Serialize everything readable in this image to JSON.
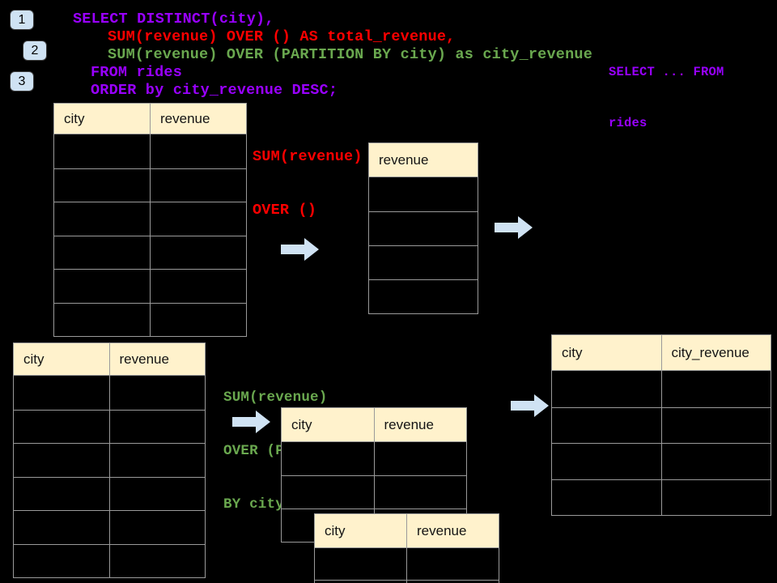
{
  "badges": [
    {
      "label": "1"
    },
    {
      "label": "2"
    },
    {
      "label": "3"
    }
  ],
  "sql": {
    "line1": "SELECT DISTINCT(city),",
    "line2": "SUM(revenue) OVER () AS total_revenue,",
    "line3": "SUM(revenue) OVER (PARTITION BY city) as city_revenue",
    "line4": "FROM rides",
    "line5": "ORDER by city_revenue DESC;"
  },
  "annotations": {
    "from_rides": {
      "line1": "SELECT ... FROM",
      "line2": "rides"
    },
    "total_revenue": {
      "line1": "SUM(revenue)",
      "line2": "OVER ()"
    },
    "partition": {
      "line1": "SUM(revenue)",
      "line2": "OVER (PARTITION",
      "line3": "BY city)"
    }
  },
  "tables": {
    "rides_top": {
      "headers": [
        "city",
        "revenue"
      ],
      "body_rows": 6
    },
    "revenue_only": {
      "headers": [
        "revenue"
      ],
      "body_rows": 4
    },
    "rides_bottom": {
      "headers": [
        "city",
        "revenue"
      ],
      "body_rows": 6
    },
    "partition_back": {
      "headers": [
        "city",
        "revenue"
      ],
      "body_rows": 3
    },
    "partition_front": {
      "headers": [
        "city",
        "revenue"
      ],
      "body_rows": 2
    },
    "result": {
      "headers": [
        "city",
        "city_revenue"
      ],
      "body_rows": 4
    }
  },
  "colors": {
    "background": "#000000",
    "sql_purple": "#9900FF",
    "sql_red": "#FF0000",
    "sql_green": "#6AA84F",
    "table_header_fill": "#FFF2CC",
    "table_border": "#9A9A9A",
    "arrow_fill": "#CFE2F3",
    "badge_fill": "#CFE2F3"
  }
}
